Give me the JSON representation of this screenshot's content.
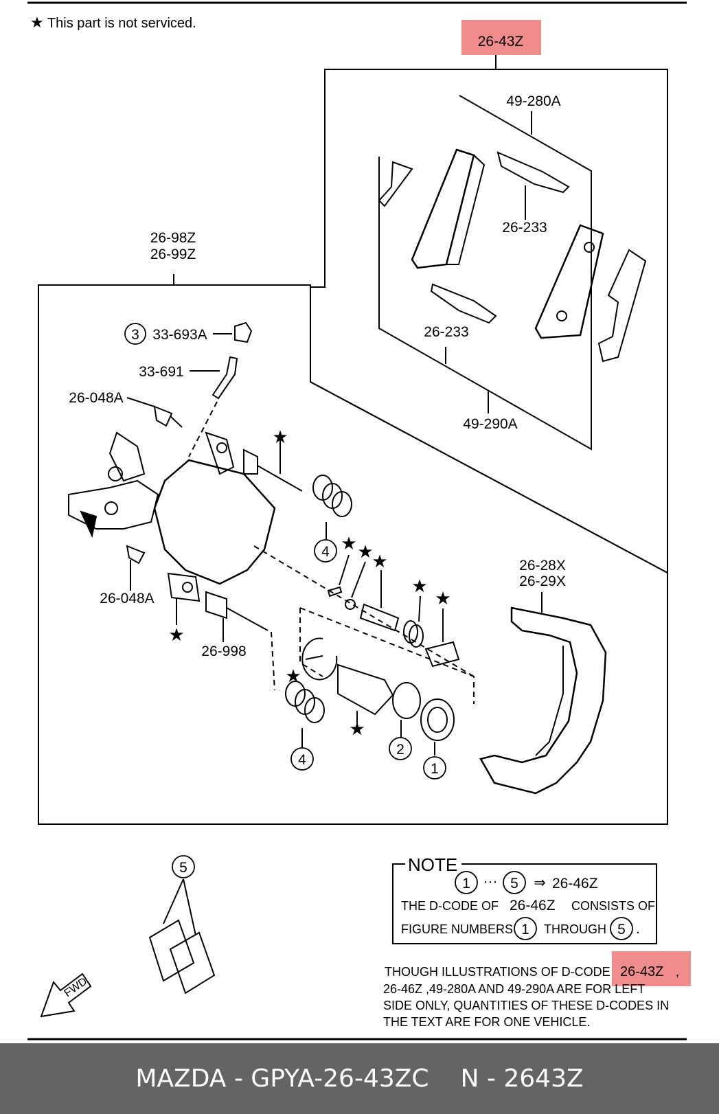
{
  "legend": {
    "symbol": "★",
    "text": "This part is not serviced."
  },
  "callouts": {
    "kit_top": "26-43Z",
    "pad_outer": "49-280A",
    "shim_upper": "26-233",
    "shim_lower": "26-233",
    "pad_inner": "49-290A",
    "caliper_l1": "26-98Z",
    "caliper_l2": "26-99Z",
    "cap_num": "3",
    "cap": "33-693A",
    "bleeder": "33-691",
    "bolt_upper": "26-048A",
    "bolt_lower": "26-048A",
    "pin": "26-998",
    "bracket_l1": "26-28X",
    "bracket_l2": "26-29X",
    "boot_upper_num": "4",
    "boot_lower_num": "4",
    "seal_num": "2",
    "boot_num": "1",
    "grease_num": "5",
    "fwd": "FWD"
  },
  "note": {
    "title": "NOTE",
    "range_from": "1",
    "dots": "···",
    "range_to": "5",
    "arrow": "⇒",
    "range_code": "26-46Z",
    "line1_a": "THE D-CODE OF",
    "line1_code": "26-46Z",
    "line1_b": "CONSISTS OF",
    "line2_a": "FIGURE NUMBERS",
    "line2_from": "1",
    "line2_mid": "THROUGH",
    "line2_to": "5",
    "line2_end": "."
  },
  "disclaimer": {
    "line1_a": "THOUGH  ILLUSTRATIONS  OF  D-CODE",
    "line1_code": "26-43Z",
    "line1_b": ",",
    "line2": "26-46Z   ,49-280A  AND  49-290A  ARE  FOR  LEFT",
    "line3": "SIDE ONLY, QUANTITIES OF THESE D-CODES IN",
    "line4": "THE  TEXT  ARE  FOR  ONE  VEHICLE."
  },
  "highlight_color": "#f08080",
  "footer": {
    "left": "MAZDA - GPYA-26-43ZC",
    "right": "N - 2643Z"
  }
}
